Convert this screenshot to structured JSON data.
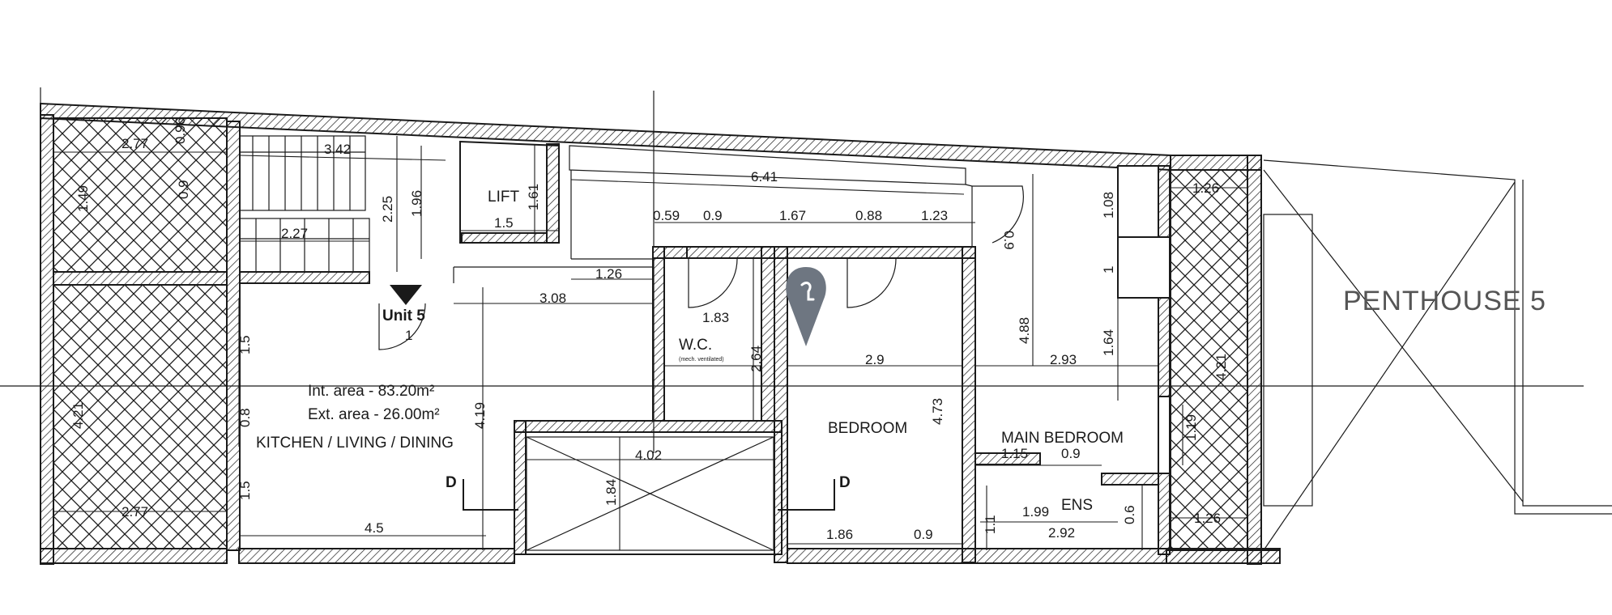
{
  "plan": {
    "unit_label": "Unit 5",
    "penthouse_label": "PENTHOUSE 5",
    "area": {
      "internal": "Int. area -  83.20m²",
      "external": "Ext. area - 26.00m²"
    },
    "rooms": {
      "lift": "LIFT",
      "wc": "W.C.",
      "wc_note": "(mech. ventilated)",
      "kitchen": "KITCHEN / LIVING / DINING",
      "bedroom": "BEDROOM",
      "main_bedroom": "MAIN BEDROOM",
      "ensuite": "ENS"
    },
    "section_markers": {
      "left": "D",
      "right": "D"
    },
    "dimensions": {
      "terrace_top_width": "2.77",
      "terrace_top_small_a": "0.96",
      "terrace_top_small_b": "0.9",
      "terrace_top_height": "1.49",
      "stair_width": "3.42",
      "stair_height": "2.25",
      "stair_inner_height": "1.96",
      "stair_lower_width": "2.27",
      "lift_width": "1.5",
      "lift_height": "1.61",
      "corridor_length": "6.41",
      "corridor_gap": "1.26",
      "hall_length": "3.08",
      "d_059": "0.59",
      "d_09a": "0.9",
      "d_167": "1.67",
      "d_088": "0.88",
      "d_123": "1.23",
      "door_09": "0.9",
      "wc_width": "1.83",
      "wc_height": "2.64",
      "bedroom_width": "2.9",
      "bedroom_height": "4.73",
      "corr_height": "4.88",
      "main_width": "2.93",
      "main_upper_a": "1.08",
      "main_upper_b": "1",
      "main_upper_c": "1.64",
      "terrace_right_top": "1.26",
      "terrace_right_height": "4.21",
      "terrace_right_small": "1.19",
      "terrace_right_bottom": "1.26",
      "terrace_bottom_width": "2.77",
      "terrace_left_height": "4.21",
      "living_side_a": "1.5",
      "living_side_b": "0.8",
      "living_side_c": "1.5",
      "living_width": "4.5",
      "living_height": "4.19",
      "void_width": "4.02",
      "void_height": "1.84",
      "bed_bottom": "1.86",
      "bed_bottom_b": "0.9",
      "main_bottom_a": "1.15",
      "main_bottom_b": "0.9",
      "ens_width": "1.99",
      "ens_bottom": "2.92",
      "ens_side": "1.1",
      "ens_small": "0.6",
      "unit_door": "1"
    }
  },
  "colors": {
    "ink": "#1a1a1a",
    "marker": "#6e7681",
    "penthouse": "#555555"
  }
}
